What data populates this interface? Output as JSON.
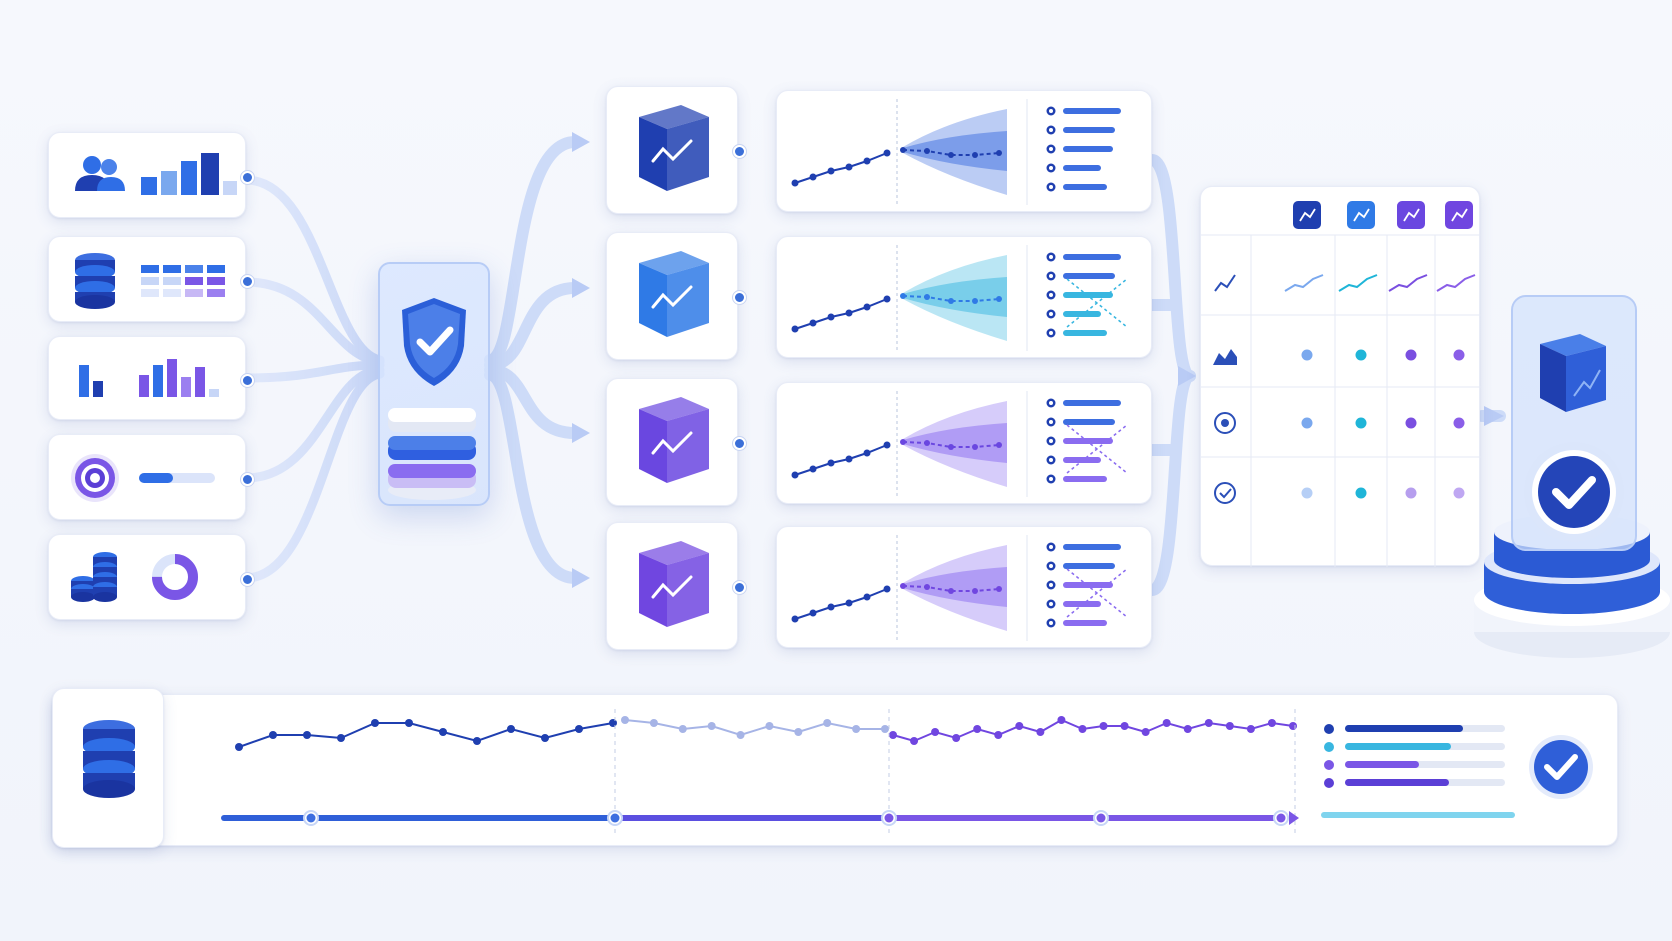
{
  "colors": {
    "navy": "#1f3fb0",
    "blue": "#2f6ee6",
    "cyan": "#38b6e0",
    "violet": "#7a56e6",
    "purple": "#5b3fd6",
    "light": "#c7d6f7",
    "flow": "#cfdcf8"
  },
  "sources": [
    {
      "icon": "users-icon",
      "widget": "bar-chart"
    },
    {
      "icon": "database-icon",
      "widget": "table-grid"
    },
    {
      "icon": "bar-chart-icon",
      "widget": "bar-chart"
    },
    {
      "icon": "target-icon",
      "widget": "progress-bar",
      "progress": 0.45
    },
    {
      "icon": "coins-icon",
      "widget": "donut-chart",
      "fraction": 0.75
    }
  ],
  "hub": {
    "icon": "shield-check-icon",
    "stack": "layers-icon"
  },
  "models": [
    {
      "icon": "matrix-cube-icon",
      "accent": "#1f3fb0",
      "band": "#3d6ee0"
    },
    {
      "icon": "wave-cube-icon",
      "accent": "#2f7ae6",
      "band": "#38b6e0"
    },
    {
      "icon": "bars-cube-icon",
      "accent": "#6a47e0",
      "band": "#8a6cf0"
    },
    {
      "icon": "network-cube-icon",
      "accent": "#7046e0",
      "band": "#8a6cf0"
    }
  ],
  "matrix": {
    "header_icons": [
      "matrix-icon",
      "trend-icon",
      "bars-icon",
      "network-icon"
    ],
    "row_icons": [
      "line-chart-icon",
      "area-chart-icon",
      "target-icon",
      "check-circle-icon"
    ],
    "dot_colors": [
      "#7aa8ee",
      "#1fb5d8",
      "#7a4fe0",
      "#8a5ee8"
    ]
  },
  "result": {
    "icon": "check-badge-icon"
  },
  "timeline": {
    "icon": "database-icon",
    "series_a": [
      32,
      40,
      40,
      38,
      48,
      48,
      42,
      36,
      44,
      38,
      44,
      48
    ],
    "series_b": [
      50,
      48,
      44,
      46,
      40,
      46,
      42,
      48,
      44,
      44
    ],
    "series_c": [
      40,
      36,
      42,
      38,
      44,
      40,
      46,
      42,
      50,
      44,
      46,
      46,
      42,
      48,
      44,
      48,
      46,
      44,
      48,
      46
    ],
    "status_icon": "check-circle-icon"
  }
}
